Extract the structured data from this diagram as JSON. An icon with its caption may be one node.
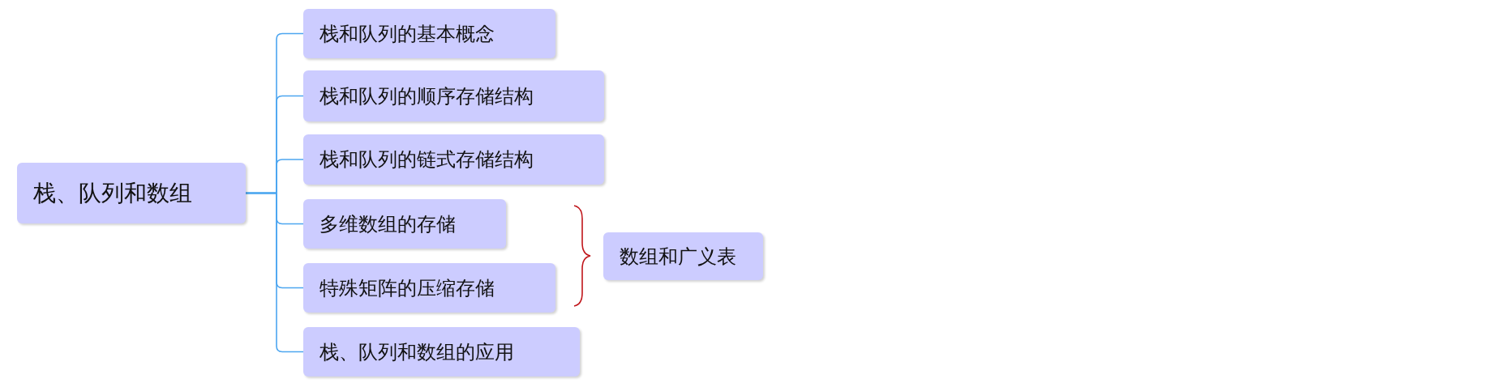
{
  "diagram": {
    "nodes": [
      {
        "text": [
          "栈、队列和数组"
        ]
      },
      {
        "text": [
          "栈和队列的基本概念"
        ]
      },
      {
        "text": [
          "栈和队列的顺序存储结构"
        ]
      },
      {
        "text": [
          "栈和队列的链式存储结构"
        ]
      },
      {
        "text": [
          "多维数组的存储"
        ]
      },
      {
        "text": [
          "特殊矩阵的压缩存储"
        ]
      },
      {
        "text": [
          "栈、队列和数组的应用"
        ]
      },
      {
        "text": [
          "数组和广义表"
        ]
      }
    ],
    "edges": [
      {
        "from": 0,
        "to": 1,
        "arrow": "none"
      },
      {
        "from": 0,
        "to": 2,
        "arrow": "none"
      },
      {
        "from": 0,
        "to": 3,
        "arrow": "none"
      },
      {
        "from": 0,
        "to": 4,
        "arrow": "none"
      },
      {
        "from": 0,
        "to": 5,
        "arrow": "none"
      },
      {
        "from": 0,
        "to": 6,
        "arrow": "none"
      }
    ]
  }
}
